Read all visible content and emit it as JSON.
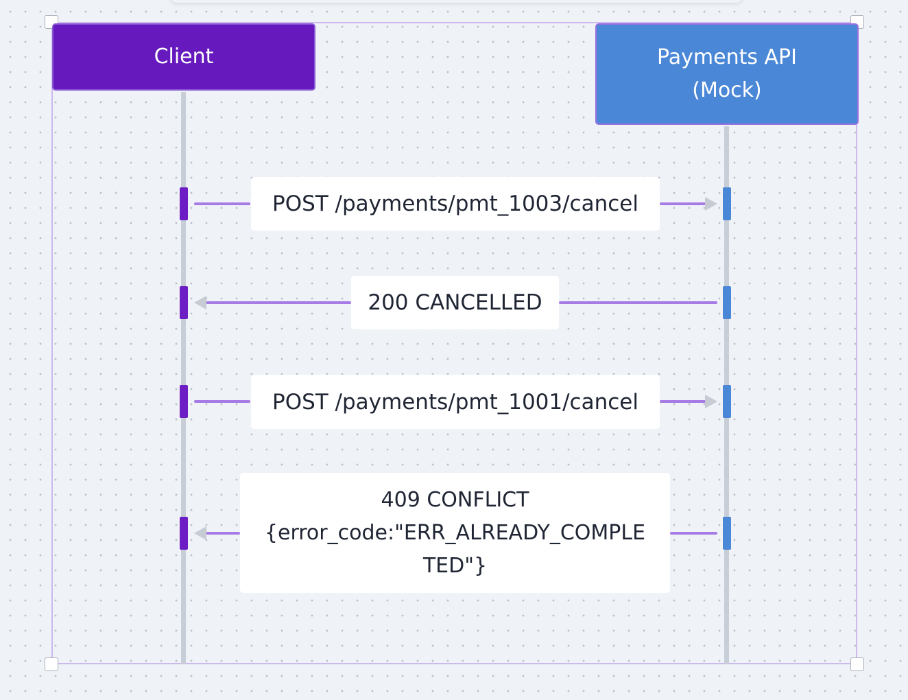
{
  "participants": [
    {
      "name": "Client",
      "color": "#6619bd"
    },
    {
      "name": "Payments API\n(Mock)",
      "color": "#4a87d6"
    }
  ],
  "messages": [
    {
      "from": "Client",
      "to": "Payments API (Mock)",
      "label": "POST /payments/pmt_1003/cancel"
    },
    {
      "from": "Payments API (Mock)",
      "to": "Client",
      "label": "200 CANCELLED"
    },
    {
      "from": "Client",
      "to": "Payments API (Mock)",
      "label": "POST /payments/pmt_1001/cancel"
    },
    {
      "from": "Payments API (Mock)",
      "to": "Client",
      "label": "409 CONFLICT\n{error_code:\"ERR_ALREADY_COMPLE\nTED\"}"
    }
  ],
  "colors": {
    "selection": "#cdb9ee",
    "arrow": "#a77be6",
    "background": "#eff2f6"
  }
}
